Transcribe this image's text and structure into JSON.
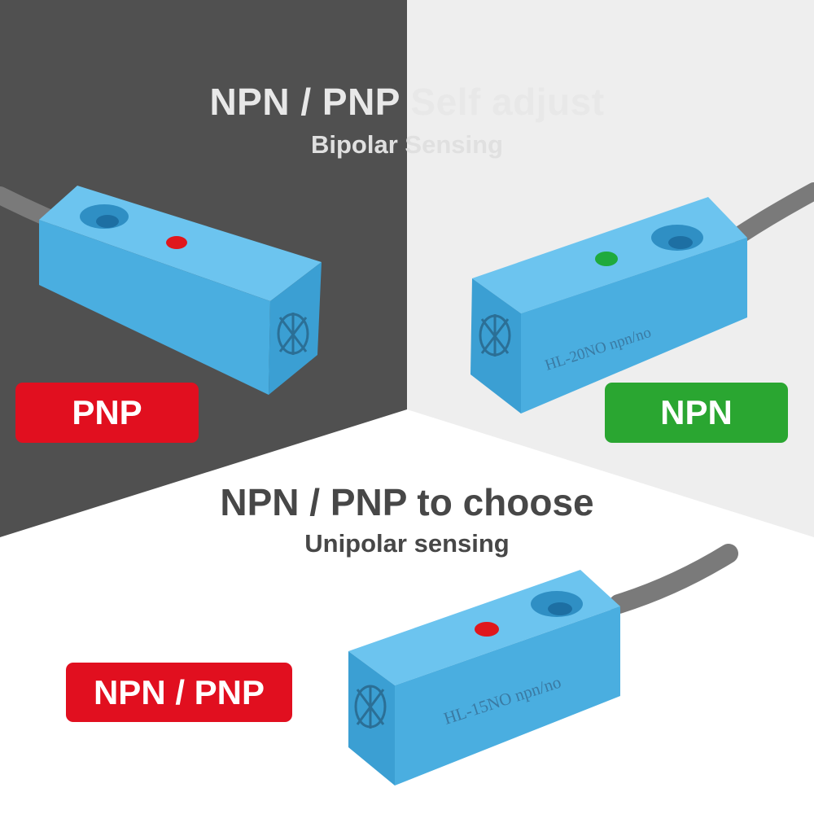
{
  "headings": {
    "bipolar_title": "NPN / PNP Self adjust",
    "bipolar_subtitle": "Bipolar Sensing",
    "unipolar_title": "NPN / PNP to choose",
    "unipolar_subtitle": "Unipolar sensing"
  },
  "badges": {
    "pnp": {
      "label": "PNP",
      "color": "#e10f1f"
    },
    "npn": {
      "label": "NPN",
      "color": "#2aa631"
    },
    "both": {
      "label": "NPN / PNP",
      "color": "#e10f1f"
    }
  },
  "sensors": {
    "left": {
      "led_color": "#e0171c",
      "marking": ""
    },
    "right": {
      "led_color": "#1faa3d",
      "marking": "HL-20NO npn/no"
    },
    "bottom": {
      "led_color": "#e0171c",
      "marking": "HL-15NO npn/no"
    }
  },
  "colors": {
    "dark_panel": "#505050",
    "light_panel": "#eeeeee",
    "sensor_body": "#4aaee0",
    "cable": "#7a7a7a"
  }
}
